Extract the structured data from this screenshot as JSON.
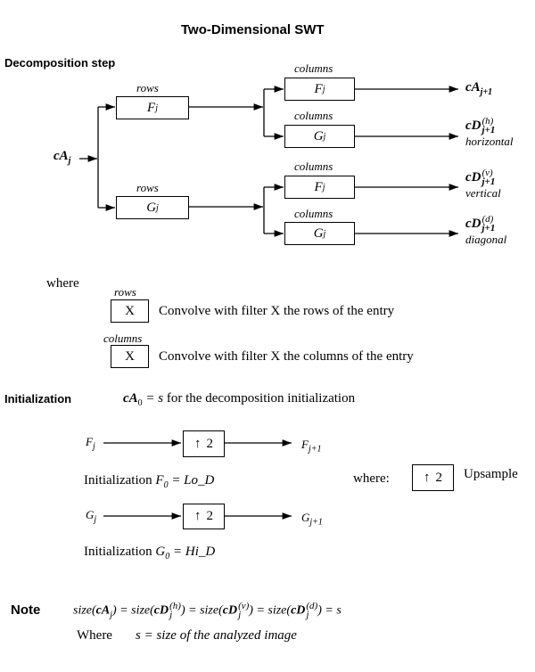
{
  "title": "Two-Dimensional SWT",
  "decomposition": {
    "heading": "Decomposition step",
    "input": {
      "base": "cA",
      "sub": "j"
    },
    "rows_label": "rows",
    "columns_label": "columns",
    "row_filters": [
      {
        "base": "F",
        "sub": "j"
      },
      {
        "base": "G",
        "sub": "j"
      }
    ],
    "column_filters": [
      {
        "base": "F",
        "sub": "j"
      },
      {
        "base": "G",
        "sub": "j"
      },
      {
        "base": "F",
        "sub": "j"
      },
      {
        "base": "G",
        "sub": "j"
      }
    ],
    "outputs": [
      {
        "base": "cA",
        "sub": "j+1",
        "sup": "",
        "caption": ""
      },
      {
        "base": "cD",
        "sub": "j+1",
        "sup": "(h)",
        "caption": "horizontal"
      },
      {
        "base": "cD",
        "sub": "j+1",
        "sup": "(v)",
        "caption": "vertical"
      },
      {
        "base": "cD",
        "sub": "j+1",
        "sup": "(d)",
        "caption": "diagonal"
      }
    ]
  },
  "legend": {
    "where": "where",
    "rows_label": "rows",
    "columns_label": "columns",
    "box_text": "X",
    "rows_desc": "Convolve with filter X the rows of the entry",
    "columns_desc": "Convolve with filter X the columns of the entry"
  },
  "initialization": {
    "heading": "Initialization",
    "cA0": {
      "base": "cA",
      "sub": "0",
      "rest": " = s",
      "desc": " for the decomposition initialization"
    },
    "upsample_box": {
      "arrow": "↑",
      "factor": "2"
    },
    "F": {
      "in": {
        "base": "F",
        "sub": "j"
      },
      "out": {
        "base": "F",
        "sub": "j+1"
      },
      "init_text": "Initialization ",
      "init_base": "F",
      "init_sub": "0",
      "init_rest": " = Lo_D"
    },
    "G": {
      "in": {
        "base": "G",
        "sub": "j"
      },
      "out": {
        "base": "G",
        "sub": "j+1"
      },
      "init_text": "Initialization ",
      "init_base": "G",
      "init_sub": "0",
      "init_rest": " = Hi_D"
    },
    "where": "where:",
    "upsample_label": "Upsample"
  },
  "note": {
    "label": "Note",
    "eq": [
      "size(",
      "cA",
      "j",
      ") = size(",
      "cD",
      "j",
      "(h)",
      ") = size(",
      "cD",
      "j",
      "(v)",
      ") = size(",
      "cD",
      "j",
      "(d)",
      ") = s"
    ],
    "where": "Where",
    "s_def": "s = size of the analyzed image"
  }
}
